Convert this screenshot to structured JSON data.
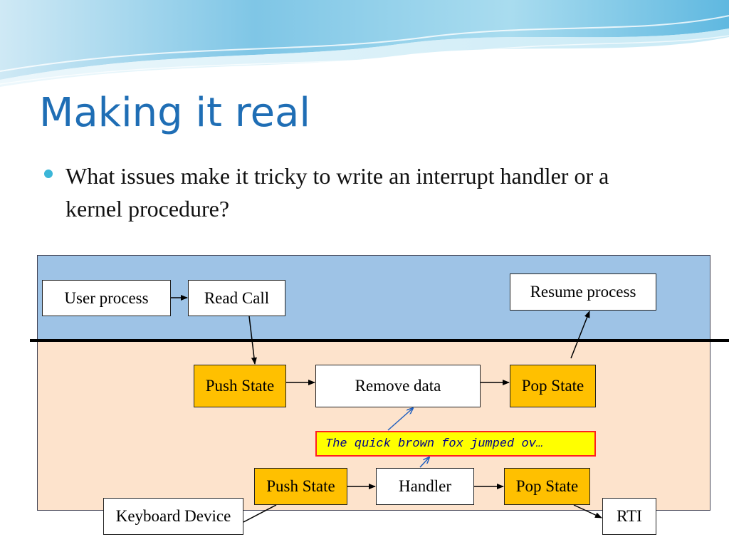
{
  "slide": {
    "title": "Making it real",
    "bullet": "What issues make it tricky to write an interrupt handler or a kernel procedure?"
  },
  "diagram": {
    "user_process": "User process",
    "read_call": "Read Call",
    "resume_process": "Resume process",
    "push_state_upper": "Push State",
    "remove_data": "Remove data",
    "pop_state_upper": "Pop State",
    "note_text": "The quick brown fox jumped ov…",
    "push_state_lower": "Push State",
    "handler": "Handler",
    "pop_state_lower": "Pop State",
    "keyboard_device": "Keyboard Device",
    "rti": "RTI"
  },
  "colors": {
    "title": "#1f6eb5",
    "bullet": "#3bb6d8",
    "user_band": "#9ec3e6",
    "kernel_band": "#fde3cc",
    "state_box": "#ffc000",
    "note_fill": "#ffff00",
    "note_border": "#ff2020",
    "note_text": "#00008b"
  }
}
